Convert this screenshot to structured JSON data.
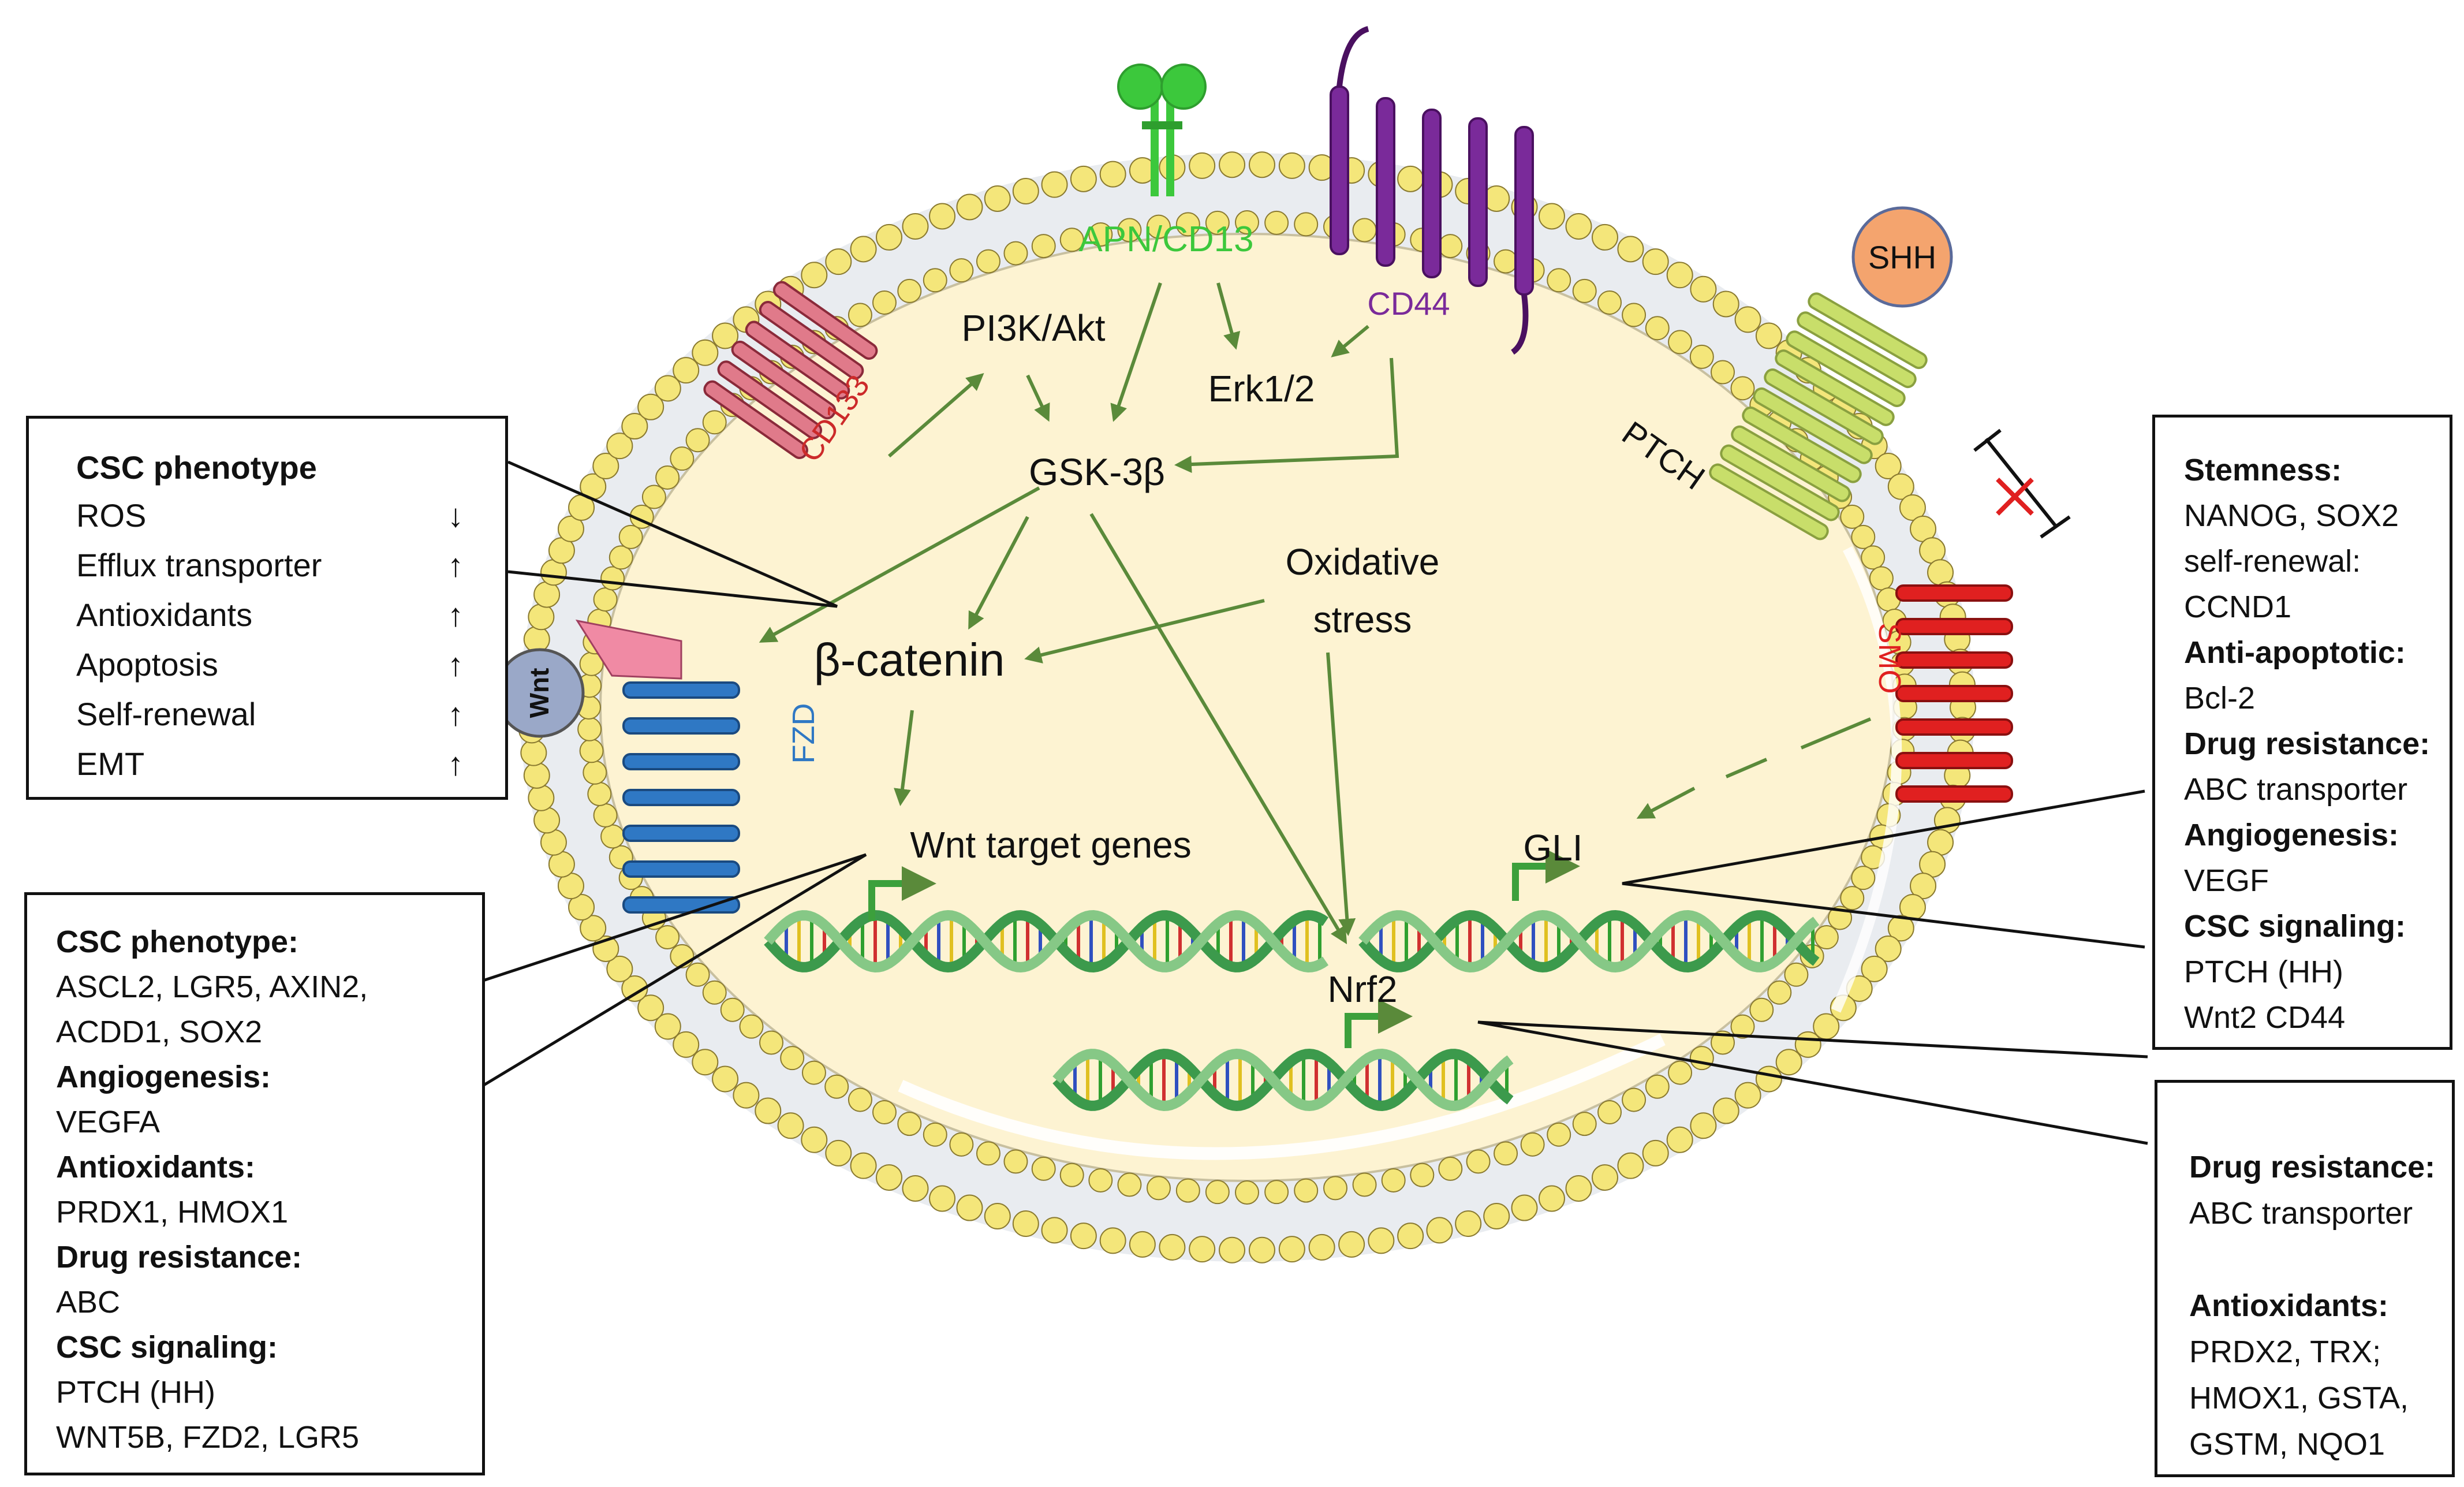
{
  "membrane_labels": {
    "apn": "APN/CD13",
    "cd44": "CD44",
    "cd133": "CD133",
    "ptch": "PTCH",
    "shh": "SHH",
    "smo": "SMO",
    "fzd": "FZD",
    "wnt": "Wnt"
  },
  "pathway_nodes": {
    "pi3k": "PI3K/Akt",
    "erk": "Erk1/2",
    "gsk": "GSK-3β",
    "oxidative_line1": "Oxidative",
    "oxidative_line2": "stress",
    "bcatenin": "β-catenin",
    "wnt_targets": "Wnt target genes",
    "gli": "GLI",
    "nrf2": "Nrf2"
  },
  "colors": {
    "apn": "#3cc83c",
    "cd44": "#7a2a9a",
    "cd133": "#cc2a2a",
    "ptch": "#c8de6a",
    "shh": "#f4a46e",
    "smo": "#e02020",
    "fzd": "#2f78c4",
    "wnt": "#9aa8c8",
    "arrow": "#5a8a3a",
    "cell": "#fdf3d2",
    "lipid_head": "#f4e67a"
  },
  "csc_box": {
    "title": "CSC phenotype",
    "items": [
      {
        "label": "ROS",
        "arrow": "↓"
      },
      {
        "label": "Efflux transporter",
        "arrow": "↑"
      },
      {
        "label": "Antioxidants",
        "arrow": "↑"
      },
      {
        "label": "Apoptosis",
        "arrow": "↑"
      },
      {
        "label": "Self-renewal",
        "arrow": "↑"
      },
      {
        "label": "EMT",
        "arrow": "↑"
      }
    ]
  },
  "wnt_box": {
    "lines": [
      {
        "text": "CSC phenotype:",
        "bold": true
      },
      {
        "text": "ASCL2, LGR5, AXIN2,",
        "bold": false
      },
      {
        "text": "ACDD1, SOX2",
        "bold": false
      },
      {
        "text": "Angiogenesis:",
        "bold": true
      },
      {
        "text": "VEGFA",
        "bold": false
      },
      {
        "text": "Antioxidants:",
        "bold": true
      },
      {
        "text": "PRDX1, HMOX1",
        "bold": false
      },
      {
        "text": "Drug resistance:",
        "bold": true
      },
      {
        "text": "ABC",
        "bold": false
      },
      {
        "text": "CSC signaling:",
        "bold": true
      },
      {
        "text": "PTCH (HH)",
        "bold": false
      },
      {
        "text": "WNT5B, FZD2, LGR5",
        "bold": false
      }
    ]
  },
  "gli_box": {
    "lines": [
      {
        "text": "Stemness:",
        "bold": true
      },
      {
        "text": "NANOG, SOX2",
        "bold": false
      },
      {
        "text": "self-renewal:",
        "bold": false
      },
      {
        "text": "CCND1",
        "bold": false
      },
      {
        "text": "Anti-apoptotic:",
        "bold": true
      },
      {
        "text": "Bcl-2",
        "bold": false
      },
      {
        "text": "Drug resistance:",
        "bold": true
      },
      {
        "text": "ABC transporter",
        "bold": false
      },
      {
        "text": "Angiogenesis:",
        "bold": true
      },
      {
        "text": "VEGF",
        "bold": false
      },
      {
        "text": "CSC signaling:",
        "bold": true
      },
      {
        "text": "PTCH (HH)",
        "bold": false
      },
      {
        "text": "Wnt2 CD44",
        "bold": false
      }
    ]
  },
  "nrf2_box": {
    "lines": [
      {
        "text": "Drug resistance:",
        "bold": true
      },
      {
        "text": "ABC transporter",
        "bold": false
      },
      {
        "text": "",
        "bold": false
      },
      {
        "text": "Antioxidants:",
        "bold": true
      },
      {
        "text": "PRDX2, TRX;",
        "bold": false
      },
      {
        "text": "HMOX1, GSTA,",
        "bold": false
      },
      {
        "text": "GSTM, NQO1",
        "bold": false
      }
    ]
  }
}
